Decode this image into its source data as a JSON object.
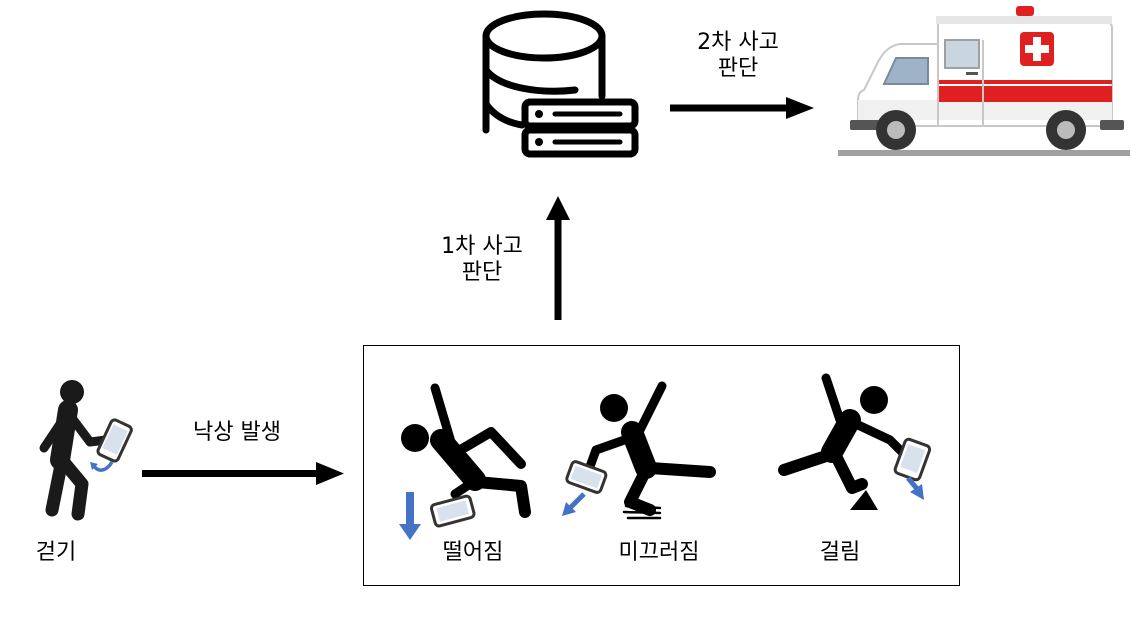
{
  "labels": {
    "walking": "걷기",
    "fall_occurs": "낙상 발생",
    "first_judgment": "1차 사고\n판단",
    "second_judgment": "2차 사고\n판단",
    "falling": "떨어짐",
    "slipping": "미끄러짐",
    "tripping": "걸림"
  },
  "icons": {
    "walker": "walking-person-with-phone-icon",
    "server": "database-server-icon",
    "ambulance": "ambulance-icon",
    "fall": "falling-person-icon",
    "slip": "slipping-person-icon",
    "trip": "tripping-person-icon"
  },
  "colors": {
    "arrow": "#000000",
    "accent_blue": "#4472c4",
    "ambulance_red": "#e02020",
    "ambulance_body": "#ffffff"
  }
}
